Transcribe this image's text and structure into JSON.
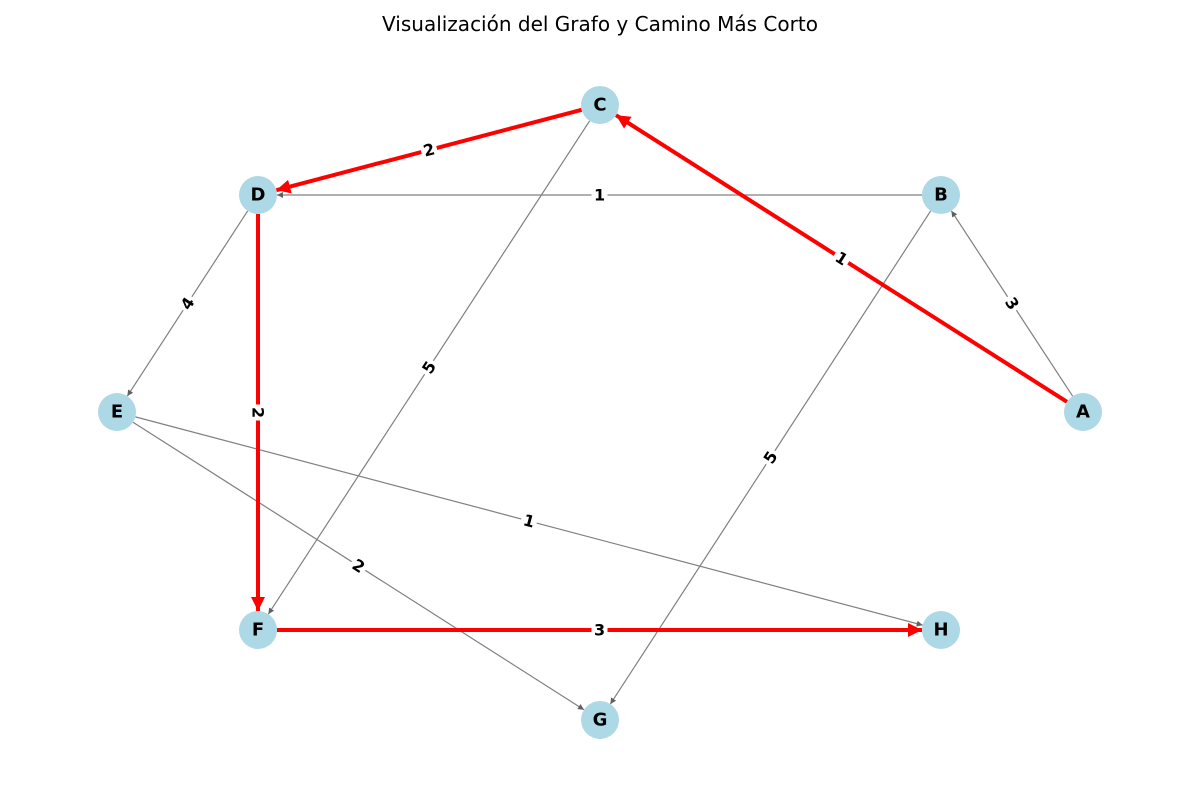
{
  "title": "Visualización del Grafo y Camino Más Corto",
  "colors": {
    "node_fill": "#add8e6",
    "edge": "#808080",
    "path": "#ff0000",
    "label_bg": "#ffffff",
    "text": "#000000"
  },
  "nodes": [
    {
      "id": "A",
      "label": "A"
    },
    {
      "id": "B",
      "label": "B"
    },
    {
      "id": "C",
      "label": "C"
    },
    {
      "id": "D",
      "label": "D"
    },
    {
      "id": "E",
      "label": "E"
    },
    {
      "id": "F",
      "label": "F"
    },
    {
      "id": "G",
      "label": "G"
    },
    {
      "id": "H",
      "label": "H"
    }
  ],
  "edges": [
    {
      "from": "A",
      "to": "B",
      "weight": "3",
      "on_path": false
    },
    {
      "from": "B",
      "to": "D",
      "weight": "1",
      "on_path": false
    },
    {
      "from": "B",
      "to": "G",
      "weight": "5",
      "on_path": false
    },
    {
      "from": "C",
      "to": "F",
      "weight": "5",
      "on_path": false
    },
    {
      "from": "D",
      "to": "E",
      "weight": "4",
      "on_path": false
    },
    {
      "from": "E",
      "to": "H",
      "weight": "1",
      "on_path": false
    },
    {
      "from": "E",
      "to": "G",
      "weight": "2",
      "on_path": false
    },
    {
      "from": "A",
      "to": "C",
      "weight": "1",
      "on_path": true
    },
    {
      "from": "C",
      "to": "D",
      "weight": "2",
      "on_path": true
    },
    {
      "from": "D",
      "to": "F",
      "weight": "2",
      "on_path": true
    },
    {
      "from": "F",
      "to": "H",
      "weight": "3",
      "on_path": true
    }
  ]
}
